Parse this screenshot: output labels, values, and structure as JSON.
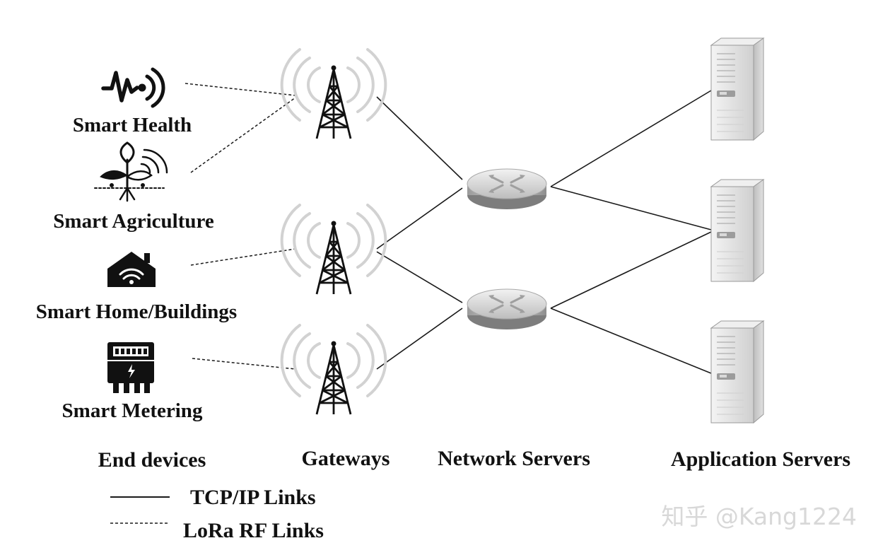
{
  "end_devices": [
    {
      "id": "health",
      "label": "Smart Health",
      "icon": "heartbeat-icon"
    },
    {
      "id": "agriculture",
      "label": "Smart Agriculture",
      "icon": "plant-sensor-icon"
    },
    {
      "id": "home",
      "label": "Smart Home/Buildings",
      "icon": "wifi-house-icon"
    },
    {
      "id": "metering",
      "label": "Smart Metering",
      "icon": "electric-meter-icon"
    }
  ],
  "columns": {
    "end_devices": "End devices",
    "gateways": "Gateways",
    "network_servers": "Network Servers",
    "application_servers": "Application Servers"
  },
  "legend": {
    "tcp": "TCP/IP Links",
    "lora": "LoRa RF Links"
  },
  "watermark": "知乎 @Kang1224",
  "colors": {
    "line": "#1a1a1a",
    "radio_waves": "#d0d0d0",
    "router_body": "#c8c8c8",
    "server_body": "#e6e6e6"
  }
}
